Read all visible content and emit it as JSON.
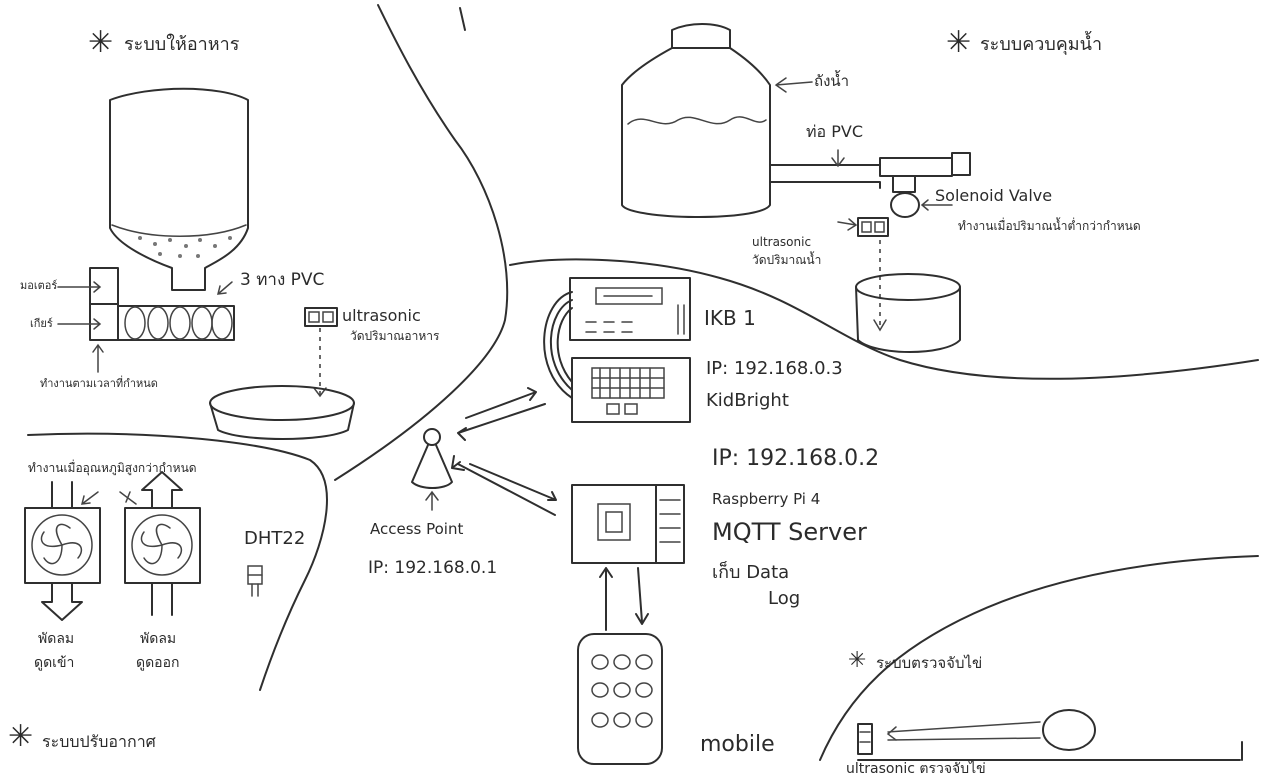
{
  "labels": {
    "feeder_title": "ระบบให้อาหาร",
    "pipe_3way": "3 ทาง PVC",
    "motor": "มอเตอร์",
    "gear": "เกียร์",
    "feeder_note": "ทำงานตามเวลาที่กำหนด",
    "ultrasonic_food": "ultrasonic",
    "ultrasonic_food_note": "วัดปริมาณอาหาร",
    "water_title": "ระบบควบคุมน้ำ",
    "tank": "ถังน้ำ",
    "pipe_pvc": "ท่อ PVC",
    "solenoid": "Solenoid Valve",
    "solenoid_note": "ทำงานเมื่อปริมาณน้ำต่ำกว่ากำหนด",
    "ultrasonic_water": "ultrasonic",
    "ultrasonic_water_note": "วัดปริมาณน้ำ",
    "ikb": "IKB 1",
    "kidbright_ip": "IP: 192.168.0.3",
    "kidbright": "KidBright",
    "access_point": "Access Point",
    "ap_ip": "IP: 192.168.0.1",
    "rpi_ip": "IP: 192.168.0.2",
    "rpi": "Raspberry Pi 4",
    "mqtt": "MQTT Server",
    "datalog_1": "เก็บ Data",
    "datalog_2": "Log",
    "fan_note": "ทำงานเมื่ออุณหภูมิสูงกว่ากำหนด",
    "dht": "DHT22",
    "fan_in_1": "พัดลม",
    "fan_in_2": "ดูดเข้า",
    "fan_out_1": "พัดลม",
    "fan_out_2": "ดูดออก",
    "env_title": "ระบบปรับอากาศ",
    "mobile": "mobile",
    "egg_title": "ระบบตรวจจับไข่",
    "ultrasonic_egg": "ultrasonic ตรวจจับไข่"
  },
  "colors": {
    "ink": "#2b2b2b",
    "paper": "#ffffff"
  }
}
